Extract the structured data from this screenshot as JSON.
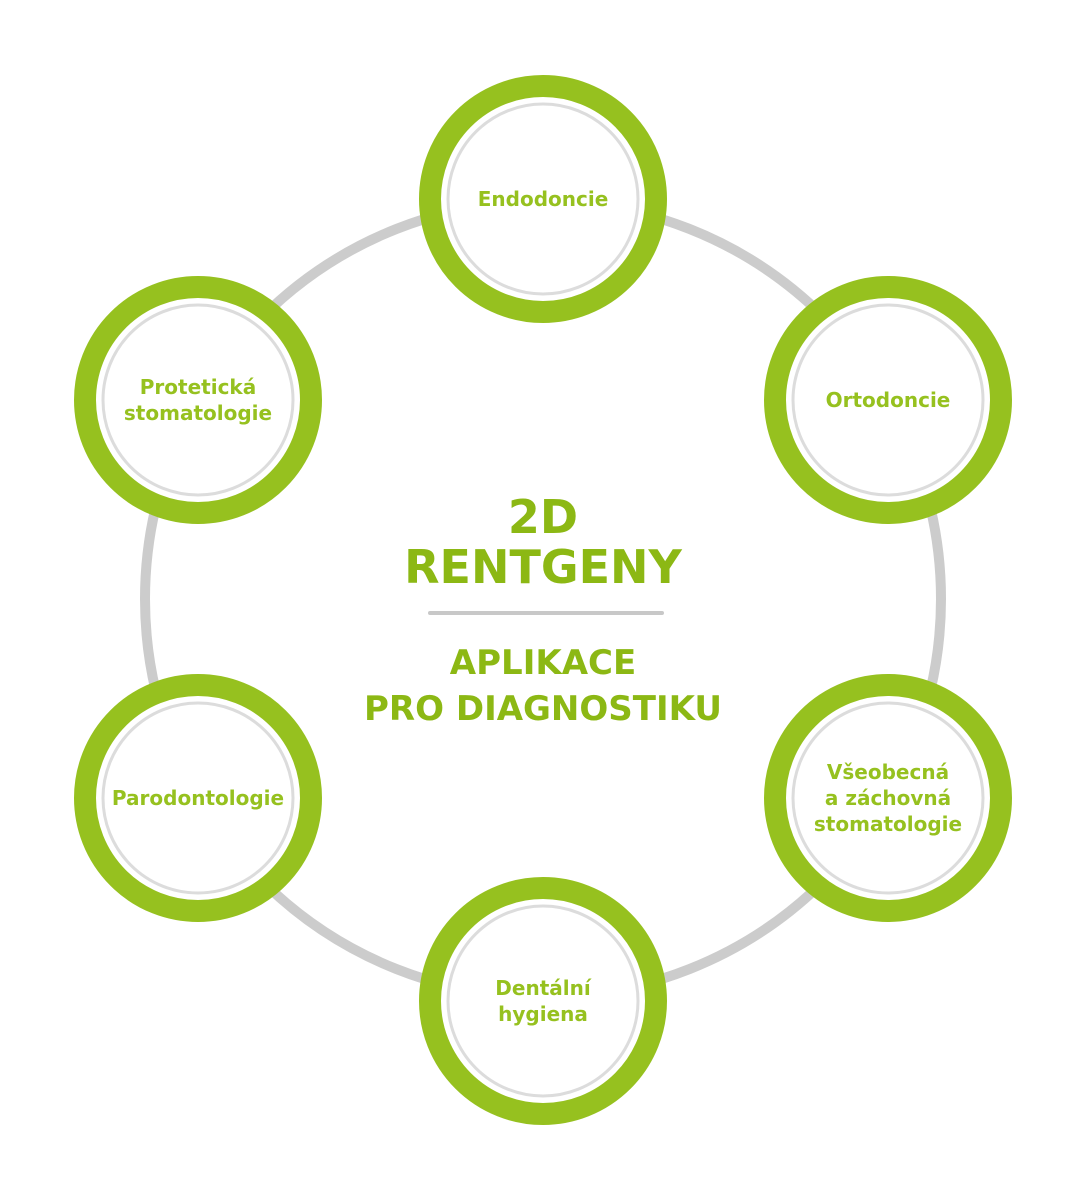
{
  "colors": {
    "accent": "#96c11f",
    "title": "#8cb814",
    "orbit": "#cccccc",
    "inner_ring": "#dcdcdc",
    "divider": "#c8c8c8"
  },
  "center": {
    "title_line1": "2D",
    "title_line2": "RENTGENY",
    "subtitle_line1": "APLIKACE",
    "subtitle_line2": "PRO DIAGNOSTIKU"
  },
  "nodes": [
    {
      "id": "endodoncie",
      "lines": [
        "Endodoncie"
      ]
    },
    {
      "id": "ortodoncie",
      "lines": [
        "Ortodoncie"
      ]
    },
    {
      "id": "vseobecna",
      "lines": [
        "Všeobecná",
        "a záchovná",
        "stomatologie"
      ]
    },
    {
      "id": "dentalni-hygiena",
      "lines": [
        "Dentální",
        "hygiena"
      ]
    },
    {
      "id": "parodontologie",
      "lines": [
        "Parodontologie"
      ]
    },
    {
      "id": "proteticka",
      "lines": [
        "Protetická",
        "stomatologie"
      ]
    }
  ]
}
